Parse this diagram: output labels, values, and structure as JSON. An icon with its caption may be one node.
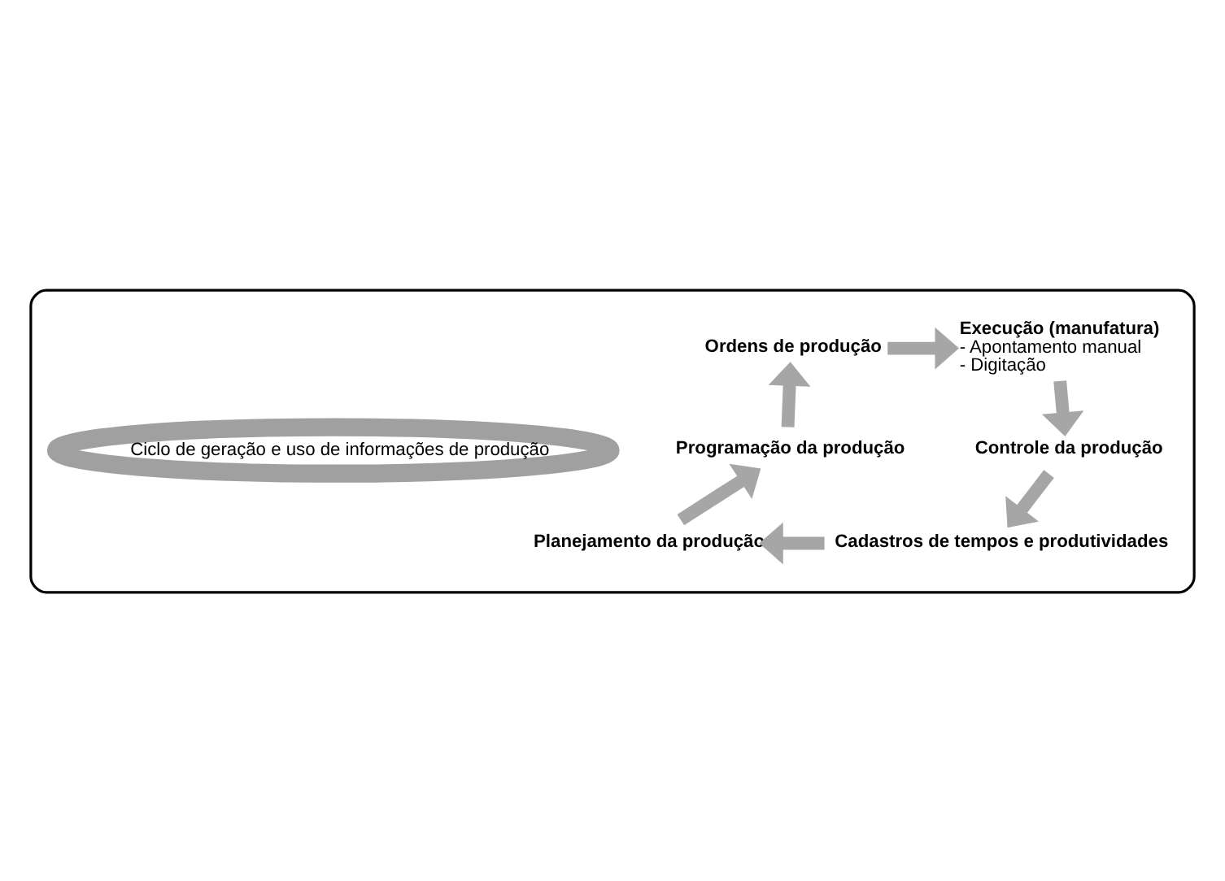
{
  "diagram": {
    "nodes": [
      {
        "text": [],
        "shape": "box"
      },
      {
        "text": [
          "Ordens de produção"
        ],
        "in": 0
      },
      {
        "text": [
          "Execução (manufatura)",
          "- Apontamento manual",
          "- Digitação"
        ],
        "in": 0
      },
      {
        "text": [
          "Ciclo de geração e uso de informações de produção"
        ],
        "in": 0
      },
      {
        "text": [
          "Controle da produção"
        ],
        "in": 0
      },
      {
        "text": [
          "Programação da produção"
        ],
        "in": 0
      },
      {
        "text": [
          "Cadastros de tempos e produtividades"
        ],
        "in": 0
      },
      {
        "text": [
          "Planejamento da produção"
        ],
        "in": 0
      }
    ],
    "edges": [
      {
        "from": 1,
        "to": 2,
        "arrow": "to"
      },
      {
        "from": 2,
        "to": 4,
        "arrow": "to"
      },
      {
        "from": 4,
        "to": 6,
        "arrow": "to"
      },
      {
        "from": 6,
        "to": 7,
        "arrow": "to"
      },
      {
        "from": 7,
        "to": 5,
        "arrow": "to"
      },
      {
        "from": 5,
        "to": 1,
        "arrow": "to"
      }
    ]
  }
}
